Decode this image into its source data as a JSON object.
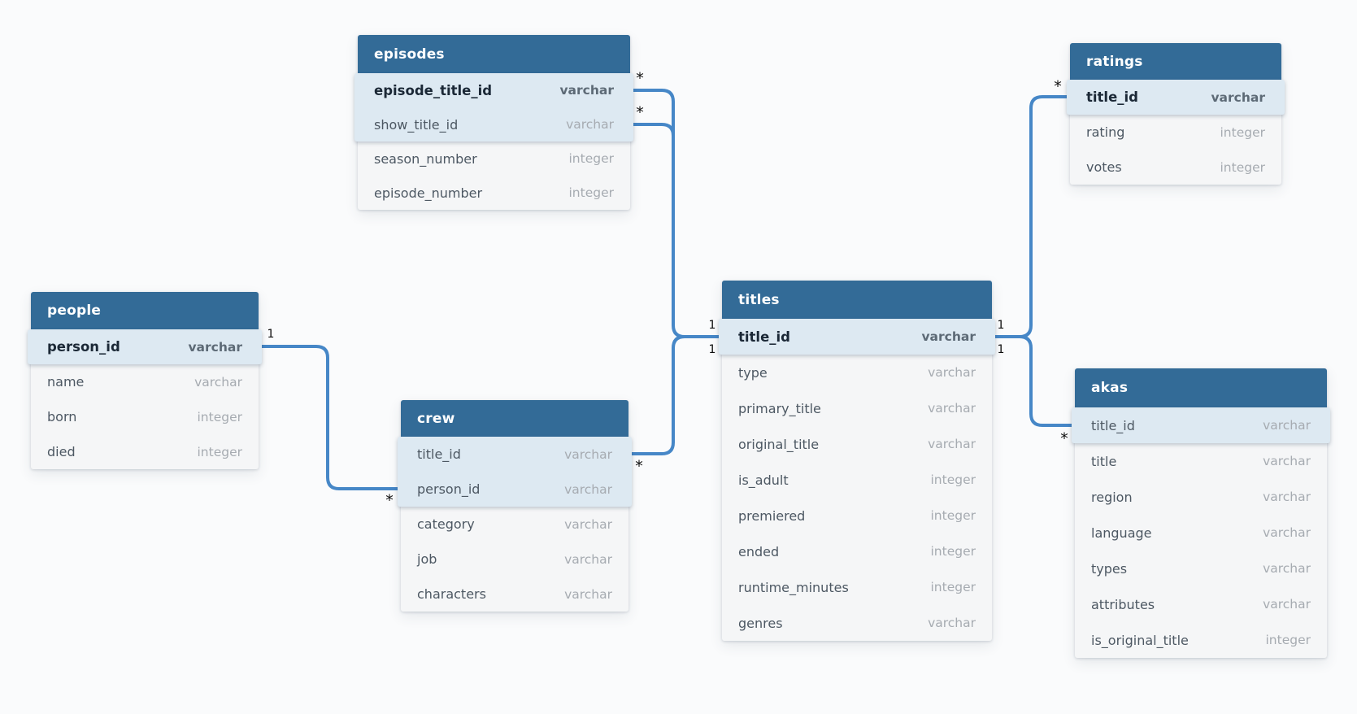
{
  "diagram": {
    "type": "database-schema",
    "colors": {
      "header_bg": "#336b97",
      "key_row_bg": "#dde9f2",
      "row_bg": "#f5f6f7",
      "wire": "#4687c7",
      "background": "#fafbfc"
    },
    "tables": [
      {
        "id": "episodes",
        "title": "episodes",
        "columns": [
          {
            "name": "episode_title_id",
            "type": "varchar",
            "key": true,
            "highlight": true
          },
          {
            "name": "show_title_id",
            "type": "varchar",
            "key": false,
            "highlight": true
          },
          {
            "name": "season_number",
            "type": "integer",
            "key": false,
            "highlight": false
          },
          {
            "name": "episode_number",
            "type": "integer",
            "key": false,
            "highlight": false
          }
        ]
      },
      {
        "id": "ratings",
        "title": "ratings",
        "columns": [
          {
            "name": "title_id",
            "type": "varchar",
            "key": true,
            "highlight": true
          },
          {
            "name": "rating",
            "type": "integer",
            "key": false,
            "highlight": false
          },
          {
            "name": "votes",
            "type": "integer",
            "key": false,
            "highlight": false
          }
        ]
      },
      {
        "id": "people",
        "title": "people",
        "columns": [
          {
            "name": "person_id",
            "type": "varchar",
            "key": true,
            "highlight": true
          },
          {
            "name": "name",
            "type": "varchar",
            "key": false,
            "highlight": false
          },
          {
            "name": "born",
            "type": "integer",
            "key": false,
            "highlight": false
          },
          {
            "name": "died",
            "type": "integer",
            "key": false,
            "highlight": false
          }
        ]
      },
      {
        "id": "crew",
        "title": "crew",
        "columns": [
          {
            "name": "title_id",
            "type": "varchar",
            "key": false,
            "highlight": true
          },
          {
            "name": "person_id",
            "type": "varchar",
            "key": false,
            "highlight": true
          },
          {
            "name": "category",
            "type": "varchar",
            "key": false,
            "highlight": false
          },
          {
            "name": "job",
            "type": "varchar",
            "key": false,
            "highlight": false
          },
          {
            "name": "characters",
            "type": "varchar",
            "key": false,
            "highlight": false
          }
        ]
      },
      {
        "id": "titles",
        "title": "titles",
        "columns": [
          {
            "name": "title_id",
            "type": "varchar",
            "key": true,
            "highlight": true
          },
          {
            "name": "type",
            "type": "varchar",
            "key": false,
            "highlight": false
          },
          {
            "name": "primary_title",
            "type": "varchar",
            "key": false,
            "highlight": false
          },
          {
            "name": "original_title",
            "type": "varchar",
            "key": false,
            "highlight": false
          },
          {
            "name": "is_adult",
            "type": "integer",
            "key": false,
            "highlight": false
          },
          {
            "name": "premiered",
            "type": "integer",
            "key": false,
            "highlight": false
          },
          {
            "name": "ended",
            "type": "integer",
            "key": false,
            "highlight": false
          },
          {
            "name": "runtime_minutes",
            "type": "integer",
            "key": false,
            "highlight": false
          },
          {
            "name": "genres",
            "type": "varchar",
            "key": false,
            "highlight": false
          }
        ]
      },
      {
        "id": "akas",
        "title": "akas",
        "columns": [
          {
            "name": "title_id",
            "type": "varchar",
            "key": false,
            "highlight": true
          },
          {
            "name": "title",
            "type": "varchar",
            "key": false,
            "highlight": false
          },
          {
            "name": "region",
            "type": "varchar",
            "key": false,
            "highlight": false
          },
          {
            "name": "language",
            "type": "varchar",
            "key": false,
            "highlight": false
          },
          {
            "name": "types",
            "type": "varchar",
            "key": false,
            "highlight": false
          },
          {
            "name": "attributes",
            "type": "varchar",
            "key": false,
            "highlight": false
          },
          {
            "name": "is_original_title",
            "type": "integer",
            "key": false,
            "highlight": false
          }
        ]
      }
    ],
    "connections": [
      {
        "id": "episodes_episode_title_id-titles_title_id",
        "from": "episodes.episode_title_id",
        "to": "titles.title_id",
        "from_label": "*",
        "to_label": "1"
      },
      {
        "id": "episodes_show_title_id-titles_title_id",
        "from": "episodes.show_title_id",
        "to": "titles.title_id",
        "from_label": "*",
        "to_label": "1"
      },
      {
        "id": "crew_title_id-titles_title_id",
        "from": "crew.title_id",
        "to": "titles.title_id",
        "from_label": "*",
        "to_label": "1"
      },
      {
        "id": "titles_title_id-ratings_title_id",
        "from": "titles.title_id",
        "to": "ratings.title_id",
        "from_label": "1",
        "to_label": "*"
      },
      {
        "id": "titles_title_id-akas_title_id",
        "from": "titles.title_id",
        "to": "akas.title_id",
        "from_label": "1",
        "to_label": "*"
      },
      {
        "id": "people_person_id-crew_person_id",
        "from": "people.person_id",
        "to": "crew.person_id",
        "from_label": "1",
        "to_label": "*"
      }
    ]
  }
}
